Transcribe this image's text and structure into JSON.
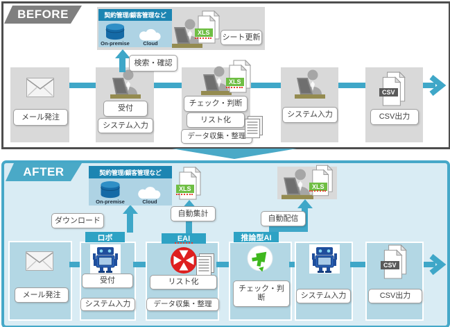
{
  "colors": {
    "accent_teal": "#3FA7C8",
    "after_border": "#46A8C8",
    "before_banner_gray": "#7F7F7F",
    "box_gray": "#D9D9D9",
    "after_bg": "#D9ECF4",
    "after_box_blue": "#B3D7E4",
    "cloud_header_blue": "#1C85B2",
    "cloud_body_blue": "#AED3E4",
    "xls_badge_green": "#6FBE44",
    "csv_badge_gray": "#5A5A5A",
    "eai_red": "#DE1F1F",
    "ai_green": "#3FB81E"
  },
  "badges": {
    "xls": "XLS",
    "csv": "CSV"
  },
  "before": {
    "banner": "BEFORE",
    "cloud": {
      "title": "契約管理/顧客管理など",
      "onprem": "On-premise",
      "cloud": "Cloud"
    },
    "sheet_update": "シート更新",
    "search_confirm": "検索・確認",
    "steps": [
      {
        "labels": [
          "メール発注"
        ]
      },
      {
        "labels": [
          "受付",
          "システム入力"
        ]
      },
      {
        "labels": [
          "チェック・判断",
          "リスト化",
          "データ収集・整理"
        ]
      },
      {
        "labels": [
          "システム入力"
        ]
      },
      {
        "labels": [
          "CSV出力"
        ]
      }
    ]
  },
  "after": {
    "banner": "AFTER",
    "cloud": {
      "title": "契約管理/顧客管理など",
      "onprem": "On-premise",
      "cloud": "Cloud"
    },
    "annotations": {
      "download": "ダウンロード",
      "auto_aggregate": "自動集計",
      "auto_deliver": "自動配信"
    },
    "steps": [
      {
        "labels": [
          "メール発注"
        ]
      },
      {
        "tab": "ロボ",
        "labels": [
          "受付",
          "システム入力"
        ]
      },
      {
        "tab": "EAI",
        "labels": [
          "リスト化",
          "データ収集・整理"
        ]
      },
      {
        "tab": "推論型AI",
        "labels": [
          "チェック・判断"
        ]
      },
      {
        "labels": [
          "システム入力"
        ]
      },
      {
        "labels": [
          "CSV出力"
        ]
      }
    ]
  }
}
